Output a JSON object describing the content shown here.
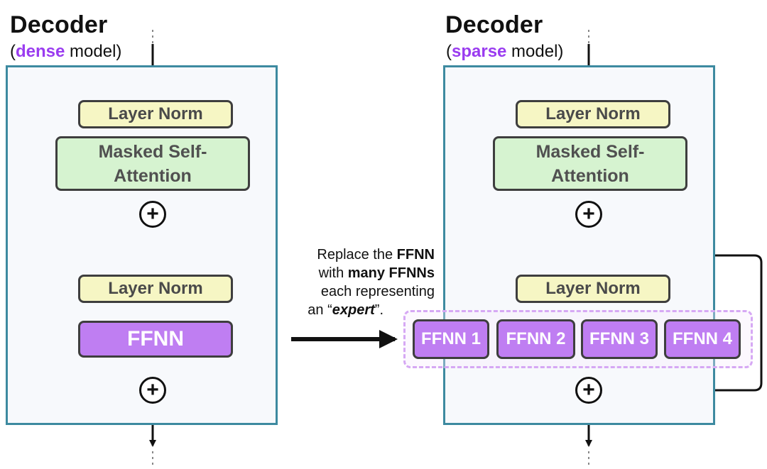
{
  "left": {
    "title": "Decoder",
    "subtitle_open": "(",
    "subtitle_highlight": "dense",
    "subtitle_rest": " model)",
    "layer_norm_1": "Layer Norm",
    "attention_line1": "Masked Self-",
    "attention_line2": "Attention",
    "layer_norm_2": "Layer Norm",
    "ffnn": "FFNN",
    "plus_symbol": "+"
  },
  "right": {
    "title": "Decoder",
    "subtitle_open": "(",
    "subtitle_highlight": "sparse",
    "subtitle_rest": " model)",
    "layer_norm_1": "Layer Norm",
    "attention_line1": "Masked Self-",
    "attention_line2": "Attention",
    "layer_norm_2": "Layer Norm",
    "experts": [
      "FFNN 1",
      "FFNN 2",
      "FFNN 3",
      "FFNN 4"
    ],
    "plus_symbol": "+"
  },
  "caption": {
    "line1_text": "Replace the ",
    "line1_bold": "FFNN",
    "line2_text": "with ",
    "line2_bold": "many FFNNs",
    "line3_text": "each representing",
    "line4_text": "an “",
    "line4_italic": "expert",
    "line4_end": "”."
  },
  "colors": {
    "panel_border": "#3d8aa0",
    "panel_fill": "#f7f9fc",
    "layer_norm_fill": "#f6f6c4",
    "attention_fill": "#d6f3d0",
    "ffnn_fill": "#bf7ef2",
    "highlight_text": "#9a3cf0",
    "expert_group_border": "#d6a8f4"
  }
}
